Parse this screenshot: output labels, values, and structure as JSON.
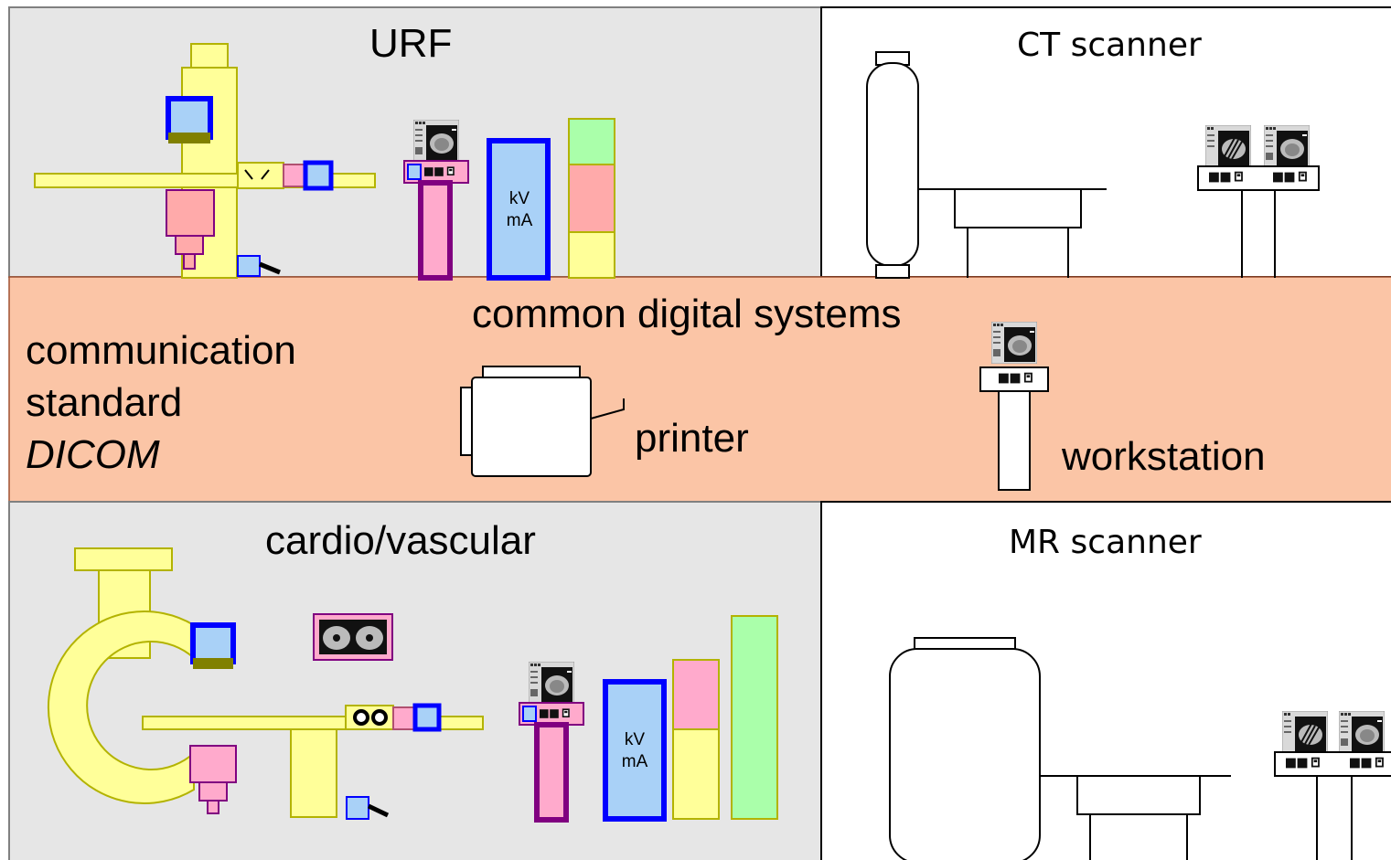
{
  "panels": {
    "urf": {
      "title": "URF",
      "gen_line1": "kV",
      "gen_line2": "mA"
    },
    "ct": {
      "title": "CT scanner"
    },
    "common": {
      "title": "common digital systems",
      "communication": [
        "communication",
        "standard",
        "DICOM"
      ],
      "printer": "printer",
      "workstation": "workstation"
    },
    "cardio": {
      "title": "cardio/vascular",
      "gen_line1": "kV",
      "gen_line2": "mA"
    },
    "mr": {
      "title": "MR scanner"
    }
  },
  "colors": {
    "panel_gray": "#e6e6e6",
    "band_salmon": "#fbc5a6",
    "yellow": "#ffff99",
    "yellow_stroke": "#b3b300",
    "blue_fill": "#a9d1f7",
    "blue_stroke": "#0000ff",
    "pink": "#ffaacc",
    "purple": "#800080",
    "red_pink": "#ffaaaa",
    "green": "#aaffaa"
  },
  "icons": [
    "monitor-icon",
    "console-icon",
    "printer-icon",
    "workstation-icon",
    "gantry-icon",
    "c-arm-icon",
    "x-ray-tube-icon",
    "detector-icon"
  ]
}
